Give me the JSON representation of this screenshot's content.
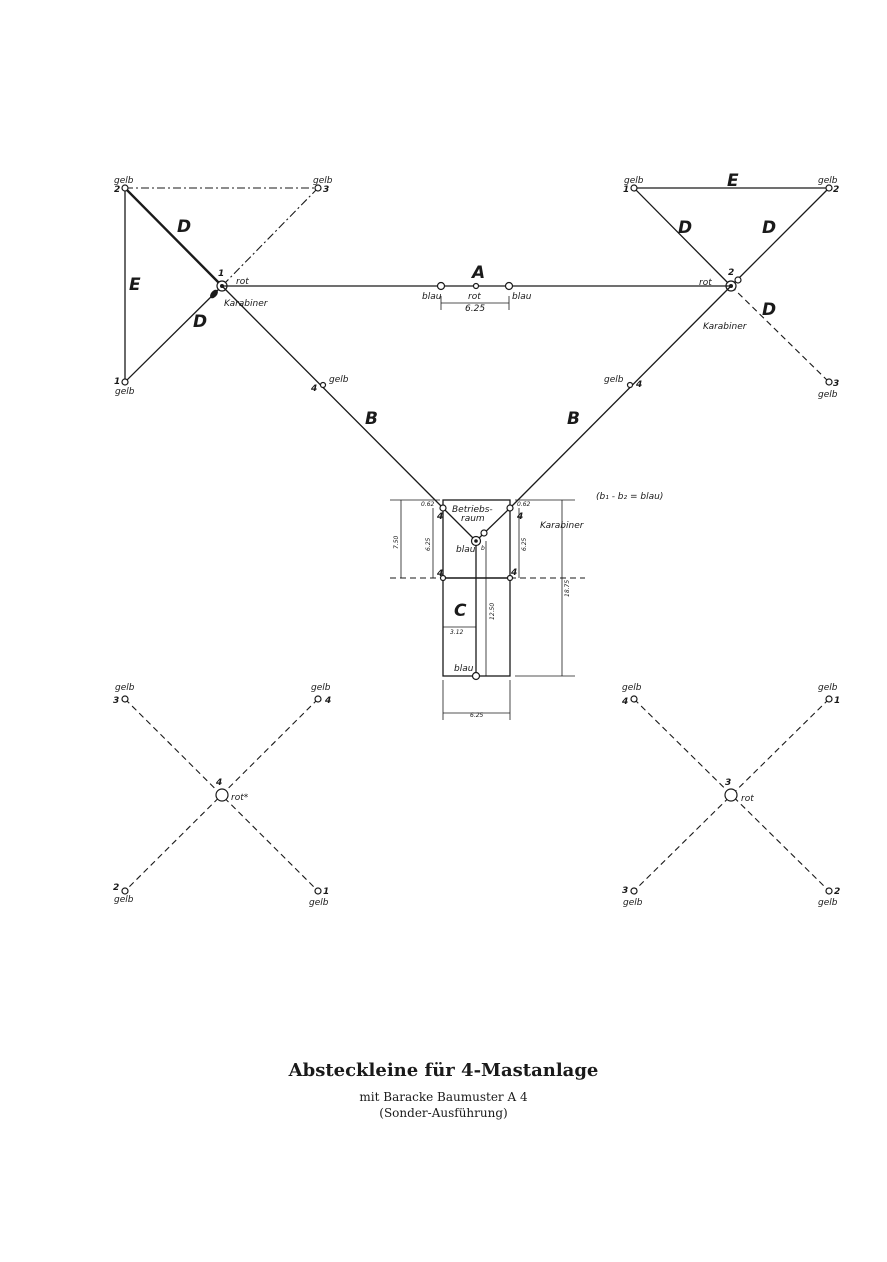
{
  "caption": {
    "title": "Absteckleine für 4-Mastanlage",
    "subtitle": "mit Baracke Baumuster A 4",
    "note": "(Sonder-Ausführung)"
  },
  "colors": {
    "ink": "#1a1a1a",
    "paper": "#ffffff"
  },
  "labels": {
    "gelb": "gelb",
    "rot": "rot",
    "blau": "blau",
    "karabiner": "Karabiner",
    "betriebsraum_1": "Betriebs-",
    "betriebsraum_2": "raum",
    "blau_note": "(b₁ - b₂ = blau)",
    "rot_star": "rot*",
    "b": "b"
  },
  "line_letters": {
    "A": "A",
    "B": "B",
    "C": "C",
    "D": "D",
    "E": "E"
  },
  "point_numbers": {
    "n1": "1",
    "n2": "2",
    "n3": "3",
    "n4": "4"
  },
  "dimensions": {
    "a_spacing": "6.25",
    "barrack_depth": "7.50",
    "left_side": "6.25",
    "right_side": "6.25",
    "total_length": "18.75",
    "c_length": "12.50",
    "c_half_width": "3.12",
    "barrack_width": "6.25",
    "corner_left": "0.62",
    "corner_right": "0.62"
  }
}
